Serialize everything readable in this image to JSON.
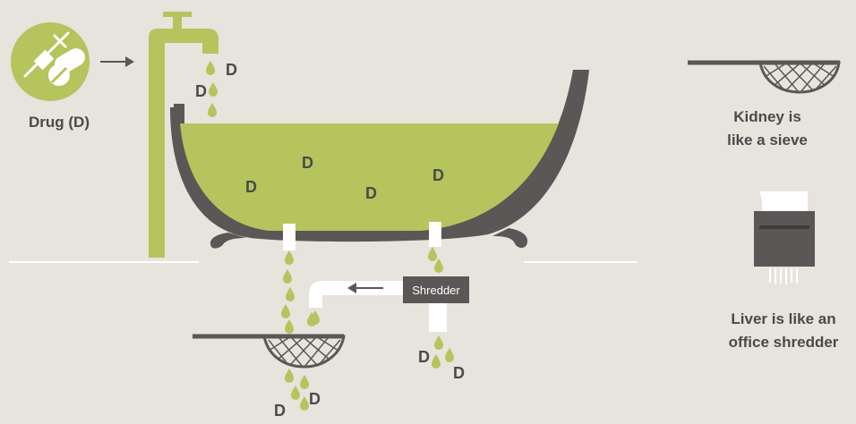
{
  "drug_label": "Drug (D)",
  "d_marker": "D",
  "shredder_label": "Shredder",
  "kidney_caption": [
    "Kidney is",
    "like a sieve"
  ],
  "liver_caption": [
    "Liver is like an",
    "office shredder"
  ],
  "colors": {
    "green": "#b5c45c",
    "dark": "#5a5756",
    "background": "#e6e4dd",
    "text": "#4a4a4a",
    "white": "#ffffff"
  }
}
